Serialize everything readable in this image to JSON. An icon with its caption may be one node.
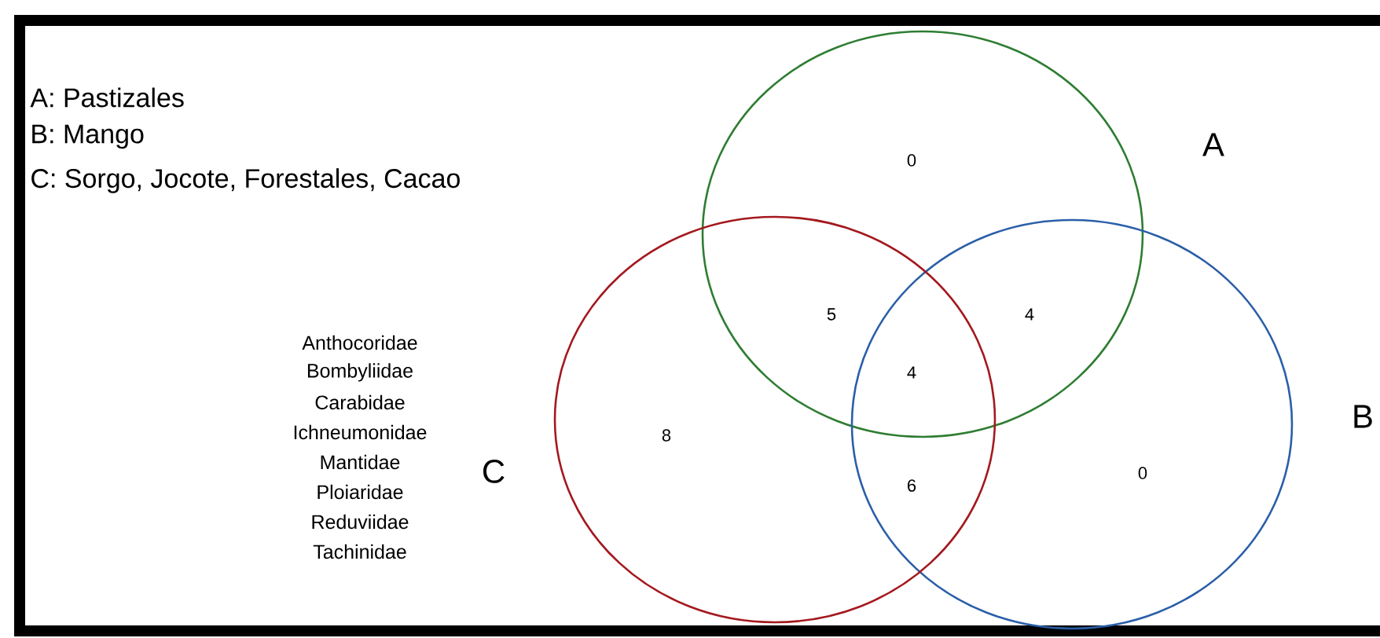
{
  "diagram": {
    "nodes": [
      {
        "text": [],
        "shape": "circle",
        "beside": [
          "A"
        ]
      },
      {
        "text": [],
        "shape": "circle",
        "beside": [
          "B"
        ]
      },
      {
        "text": [],
        "shape": "circle",
        "beside": [
          "C"
        ]
      }
    ],
    "labels": [
      "A: Pastizales",
      "B: Mango",
      "C: Sorgo, Jocote, Forestales, Cacao",
      "0",
      "5",
      "4",
      "4",
      "8",
      "6",
      "0",
      "Anthocoridae",
      "Bombyliidae",
      "Carabidae",
      "Ichneumonidae",
      "Mantidae",
      "Ploiaridae",
      "Reduviidae",
      "Tachinidae"
    ]
  }
}
